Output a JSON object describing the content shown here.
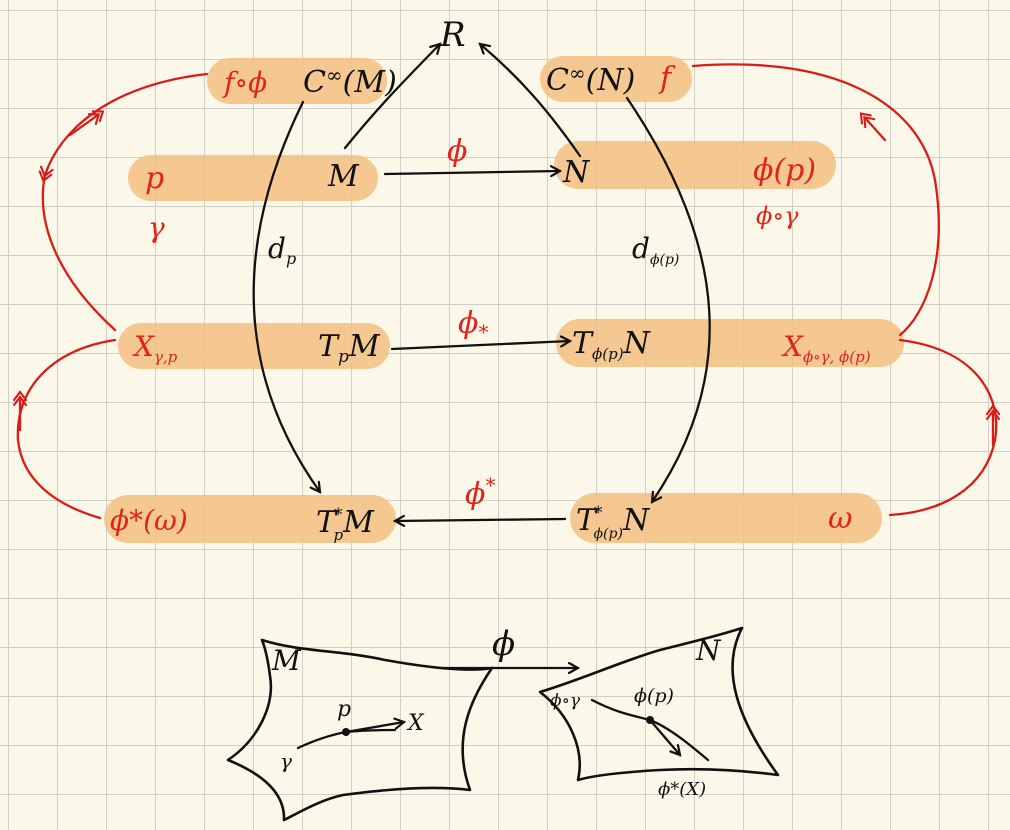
{
  "colors": {
    "paper": "#fbf8ea",
    "grid": "#cfcfc7",
    "highlight": "#f5c084",
    "ink_black": "#111111",
    "ink_red": "#e0231c"
  },
  "diagram": {
    "nodes": {
      "reals": "R",
      "c_inf_m": "C",
      "c_inf_m_sup": "∞",
      "c_inf_m_arg": "(M)",
      "c_inf_n": "C",
      "c_inf_n_sup": "∞",
      "c_inf_n_arg": "(N)",
      "manifold_m": "M",
      "manifold_n": "N",
      "tangent_m": "T",
      "tangent_m_sub": "p",
      "tangent_m_tail": "M",
      "tangent_n": "T",
      "tangent_n_sub": "ϕ(p)",
      "tangent_n_tail": "N",
      "cotangent_m": "T",
      "cotangent_m_sub": "p",
      "cotangent_m_sup": "*",
      "cotangent_m_tail": "M",
      "cotangent_n": "T",
      "cotangent_n_sub": "ϕ(p)",
      "cotangent_n_sup": "*",
      "cotangent_n_tail": "N"
    },
    "arrow_labels": {
      "phi_mn": "ϕ",
      "pushforward": "ϕ",
      "pushforward_sub": "*",
      "pullback": "ϕ",
      "pullback_sup": "*",
      "d_p": "d",
      "d_p_sub": "p",
      "d_phip": "d",
      "d_phip_sub": "ϕ(p)"
    },
    "elements": {
      "f_comp_phi": "f∘ϕ",
      "f": "f",
      "p": "p",
      "gamma": "γ",
      "phi_p": "ϕ(p)",
      "phi_gamma": "ϕ∘γ",
      "x_gamma_p": "X",
      "x_gamma_p_sub": "γ,p",
      "x_phigamma": "X",
      "x_phigamma_sub": "ϕ∘γ, ϕ(p)",
      "phi_star_omega": "ϕ*(ω)",
      "omega": "ω"
    }
  },
  "sketch": {
    "map_label": "ϕ",
    "left_sheet_label": "M",
    "right_sheet_label": "N",
    "p": "p",
    "x": "X",
    "gamma": "γ",
    "phi_p": "ϕ(p)",
    "phi_gamma": "ϕ∘γ",
    "pushforward_x": "ϕ*(X)"
  }
}
